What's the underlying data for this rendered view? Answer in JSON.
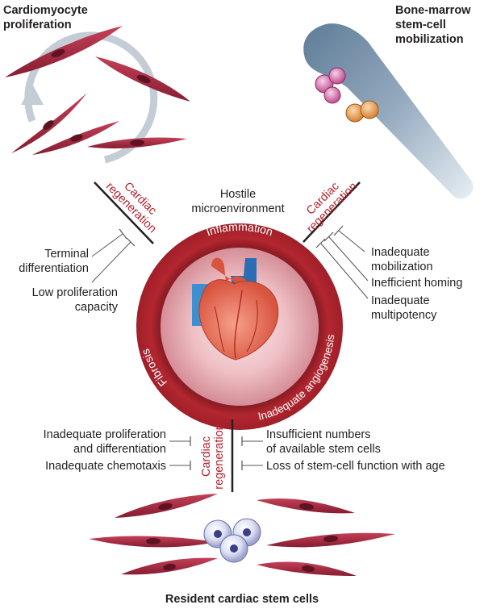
{
  "titles": {
    "cardiomyocyte_l1": "Cardiomyocyte",
    "cardiomyocyte_l2": "proliferation",
    "bone_l1": "Bone-marrow",
    "bone_l2": "stem-cell",
    "bone_l3": "mobilization",
    "resident": "Resident cardiac stem cells"
  },
  "regen": {
    "left_l1": "Cardiac",
    "left_l2": "regeneration",
    "right_l1": "Cardiac",
    "right_l2": "regeneration",
    "bottom_l1": "Cardiac",
    "bottom_l2": "regeneration"
  },
  "center": {
    "hostile_l1": "Hostile",
    "hostile_l2": "microenvironment",
    "ring_top": "Inflammation",
    "ring_left": "Fibrosis",
    "ring_right": "Inadequate angiogenesis"
  },
  "left_barriers": {
    "terminal_l1": "Terminal",
    "terminal_l2": "differentiation",
    "lowprolif_l1": "Low proliferation",
    "lowprolif_l2": "capacity"
  },
  "right_barriers": {
    "mobil_l1": "Inadequate",
    "mobil_l2": "mobilization",
    "homing": "Inefficient homing",
    "multi_l1": "Inadequate",
    "multi_l2": "multipotency"
  },
  "bottom_barriers": {
    "prolif_l1": "Inadequate proliferation",
    "prolif_l2": "and differentiation",
    "chemotaxis": "Inadequate chemotaxis",
    "insufficient_l1": "Insufficient numbers",
    "insufficient_l2": "of available stem cells",
    "loss": "Loss of stem-cell function with age"
  },
  "colors": {
    "ring_red": "#a5222b",
    "regen_red": "#b3222d",
    "cell_red": "#a3283b",
    "arrow_grey": "#c4ccd6",
    "bone_blue": "#7d95ac"
  }
}
